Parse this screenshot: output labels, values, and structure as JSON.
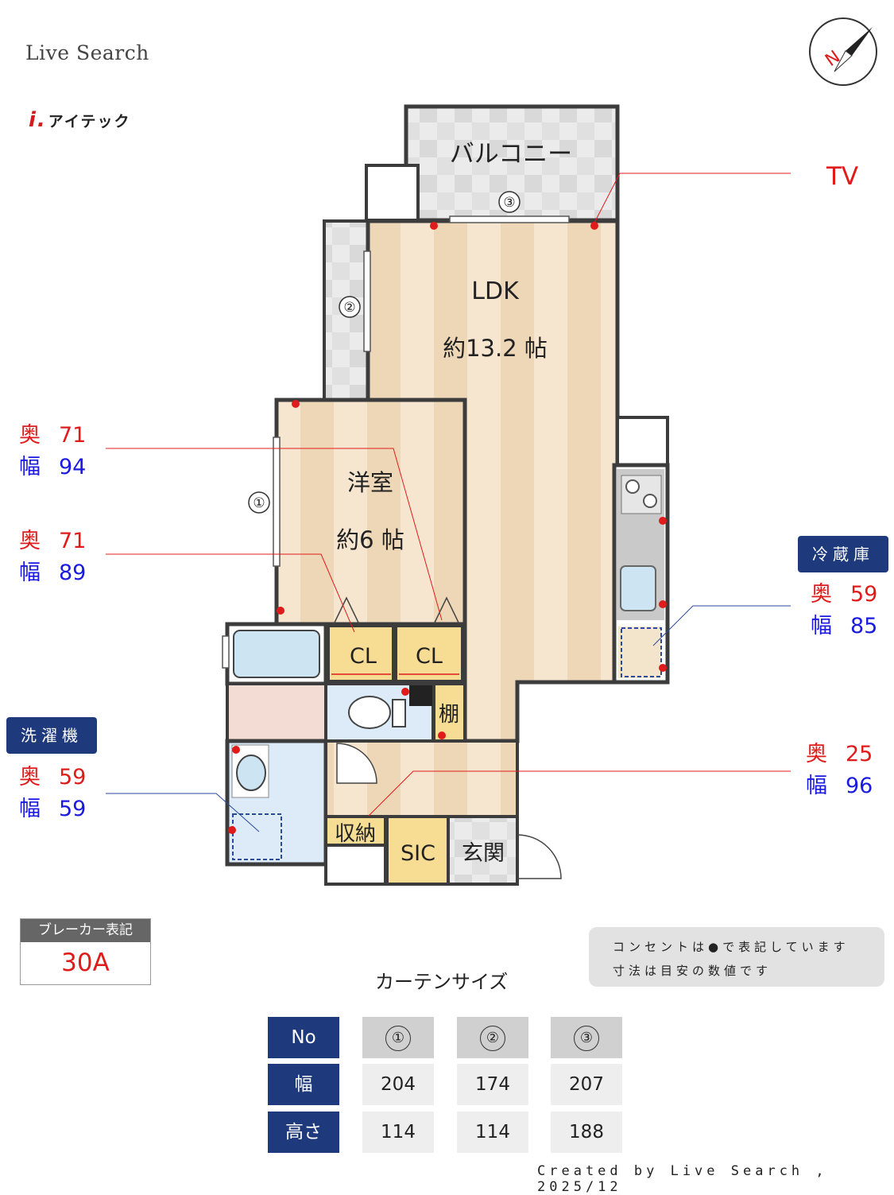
{
  "brand": "Live Search",
  "logo": "アイテック",
  "rooms": {
    "balcony": "バルコニー",
    "ldk": "LDK",
    "ldk_size": "約13.2 帖",
    "western": "洋室",
    "western_size": "約6 帖",
    "cl1": "CL",
    "cl2": "CL",
    "shelf": "棚",
    "storage": "収納",
    "sic": "SIC",
    "entrance": "玄関"
  },
  "window_markers": [
    "①",
    "②",
    "③"
  ],
  "tv": "TV",
  "annotations": {
    "cl_right": {
      "depth_label": "奥",
      "depth": "71",
      "width_label": "幅",
      "width": "94"
    },
    "cl_left": {
      "depth_label": "奥",
      "depth": "71",
      "width_label": "幅",
      "width": "89"
    },
    "fridge": {
      "title": "冷蔵庫",
      "depth_label": "奥",
      "depth": "59",
      "width_label": "幅",
      "width": "85"
    },
    "washer": {
      "title": "洗濯機",
      "depth_label": "奥",
      "depth": "59",
      "width_label": "幅",
      "width": "59"
    },
    "storage": {
      "depth_label": "奥",
      "depth": "25",
      "width_label": "幅",
      "width": "96"
    }
  },
  "breaker": {
    "label": "ブレーカー表記",
    "value": "30A"
  },
  "note": {
    "line1": "コンセントは●で表記しています",
    "line2": "寸法は目安の数値です"
  },
  "curtain": {
    "title": "カーテンサイズ",
    "row_headers": [
      "No",
      "幅",
      "高さ"
    ],
    "columns": [
      {
        "no": "①",
        "width": "204",
        "height": "114"
      },
      {
        "no": "②",
        "width": "174",
        "height": "114"
      },
      {
        "no": "③",
        "width": "207",
        "height": "188"
      }
    ]
  },
  "footer": "Created by Live Search , 2025/12",
  "colors": {
    "wall": "#3c3c3c",
    "floor_light": "#f6e6cf",
    "floor_dark": "#eed7b7",
    "closet": "#f7dc94",
    "wet": "#dcebf7",
    "navy": "#1e3a7c",
    "outlet": "#e01b1b"
  }
}
